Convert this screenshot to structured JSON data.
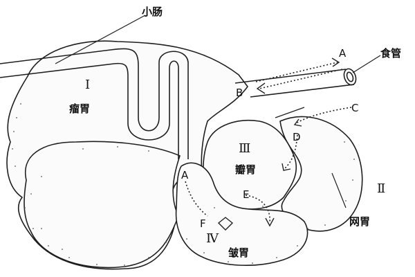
{
  "labels": {
    "small_intestine": "小肠",
    "esophagus": "食管",
    "rumen": "瘤胃",
    "omasum": "瓣胃",
    "reticulum": "网胃",
    "abomasum": "皱胃"
  },
  "numerals": {
    "rumen": "Ⅰ",
    "reticulum": "Ⅱ",
    "omasum": "Ⅲ",
    "abomasum": "Ⅳ"
  },
  "flow_letters": {
    "A": "A",
    "B": "B",
    "C": "C",
    "D": "D",
    "E": "E",
    "F": "F",
    "A_lower": "A"
  }
}
